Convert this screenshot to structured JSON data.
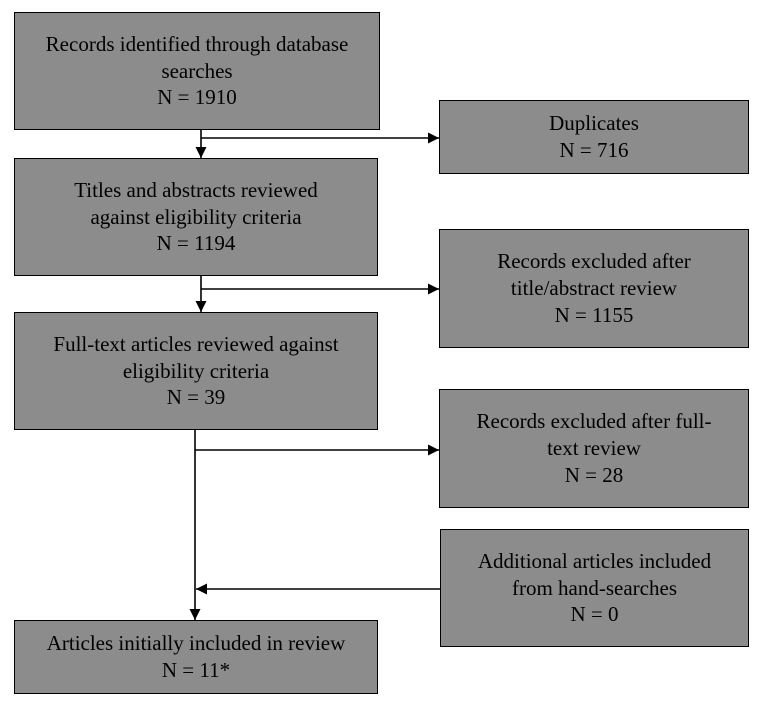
{
  "boxes": {
    "records_identified": {
      "lines": [
        "Records identified through database",
        "searches",
        "N = 1910"
      ]
    },
    "duplicates": {
      "lines": [
        "Duplicates",
        "N = 716"
      ]
    },
    "titles_abstracts": {
      "lines": [
        "Titles and abstracts reviewed",
        "against eligibility criteria",
        "N = 1194"
      ]
    },
    "excluded_title_abstract": {
      "lines": [
        "Records excluded after",
        "title/abstract review",
        "N = 1155"
      ]
    },
    "full_text": {
      "lines": [
        "Full-text articles reviewed against",
        "eligibility criteria",
        "N = 39"
      ]
    },
    "excluded_full_text": {
      "lines": [
        "Records excluded after full-",
        "text review",
        "N = 28"
      ]
    },
    "hand_searches": {
      "lines": [
        "Additional articles included",
        "from hand-searches",
        "N = 0"
      ]
    },
    "included": {
      "lines": [
        "Articles initially included in review",
        "N = 11*"
      ]
    }
  },
  "colors": {
    "box_fill": "#8c8c8c",
    "border": "#000000",
    "text": "#000000",
    "background": "#ffffff"
  }
}
